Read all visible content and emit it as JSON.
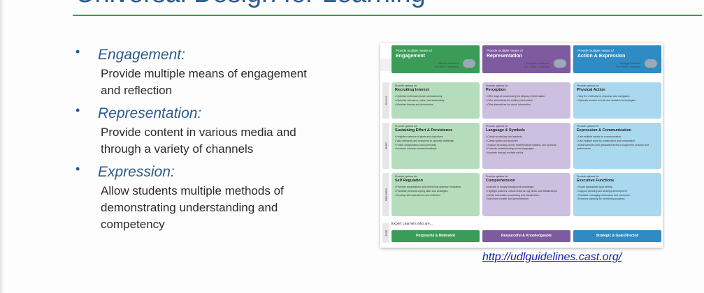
{
  "title": "Universal Design for Learning",
  "bullets": [
    {
      "head": "Engagement:",
      "body": [
        "Provide multiple means of engagement",
        "and reflection"
      ]
    },
    {
      "head": "Representation:",
      "body": [
        "Provide content in various media and",
        "through a variety of channels"
      ]
    },
    {
      "head": "Expression:",
      "body": [
        "Allow students multiple methods of",
        "demonstrating understanding and",
        "competency"
      ]
    }
  ],
  "bullet_glyph": "•",
  "udl": {
    "columns": [
      {
        "pre": "Provide multiple means of",
        "title": "Engagement",
        "network": "Affective Networks",
        "what": "The \"WHY\" of learning",
        "color": "#3b9c58"
      },
      {
        "pre": "Provide multiple means of",
        "title": "Representation",
        "network": "Recognition Networks",
        "what": "The \"WHAT\" of learning",
        "color": "#7e5a9f"
      },
      {
        "pre": "Provide multiple means of",
        "title": "Action & Expression",
        "network": "Strategic Networks",
        "what": "The \"HOW\" of learning",
        "color": "#2f8bc4"
      }
    ],
    "row_labels": [
      "Access",
      "Build",
      "Internalize",
      "Goal"
    ],
    "cell_pre": "Provide options for",
    "cells": [
      [
        {
          "title": "Recruiting Interest",
          "lines": [
            "Optimize individual choice and autonomy",
            "Optimize relevance, value, and authenticity",
            "Minimize threats and distractions"
          ]
        },
        {
          "title": "Perception",
          "lines": [
            "Offer ways of customizing the display of information",
            "Offer alternatives for auditory information",
            "Offer alternatives for visual information"
          ]
        },
        {
          "title": "Physical Action",
          "lines": [
            "Vary the methods for response and navigation",
            "Optimize access to tools and assistive technologies"
          ]
        }
      ],
      [
        {
          "title": "Sustaining Effort & Persistence",
          "lines": [
            "Heighten salience of goals and objectives",
            "Vary demands and resources to optimize challenge",
            "Foster collaboration and community",
            "Increase mastery-oriented feedback"
          ]
        },
        {
          "title": "Language & Symbols",
          "lines": [
            "Clarify vocabulary and symbols",
            "Clarify syntax and structure",
            "Support decoding of text, mathematical notation, and symbols",
            "Promote understanding across languages",
            "Illustrate through multiple media"
          ]
        },
        {
          "title": "Expression & Communication",
          "lines": [
            "Use multiple media for communication",
            "Use multiple tools for construction and composition",
            "Build fluencies with graduated levels of support for practice and performance"
          ]
        }
      ],
      [
        {
          "title": "Self Regulation",
          "lines": [
            "Promote expectations and beliefs that optimize motivation",
            "Facilitate personal coping skills and strategies",
            "Develop self-assessment and reflection"
          ]
        },
        {
          "title": "Comprehension",
          "lines": [
            "Activate or supply background knowledge",
            "Highlight patterns, critical features, big ideas, and relationships",
            "Guide information processing and visualization",
            "Maximize transfer and generalization"
          ]
        },
        {
          "title": "Executive Functions",
          "lines": [
            "Guide appropriate goal-setting",
            "Support planning and strategy development",
            "Facilitate managing information and resources",
            "Enhance capacity for monitoring progress"
          ]
        }
      ]
    ],
    "cell_colors": [
      "#b5dcbc",
      "#cdbfdf",
      "#a9d8ef"
    ],
    "expert_text": "Expert Learners who are...",
    "goals": [
      "Purposeful & Motivated",
      "Resourceful & Knowledgeable",
      "Strategic & Goal-Directed"
    ]
  },
  "link": "http://udlguidelines.cast.org/"
}
